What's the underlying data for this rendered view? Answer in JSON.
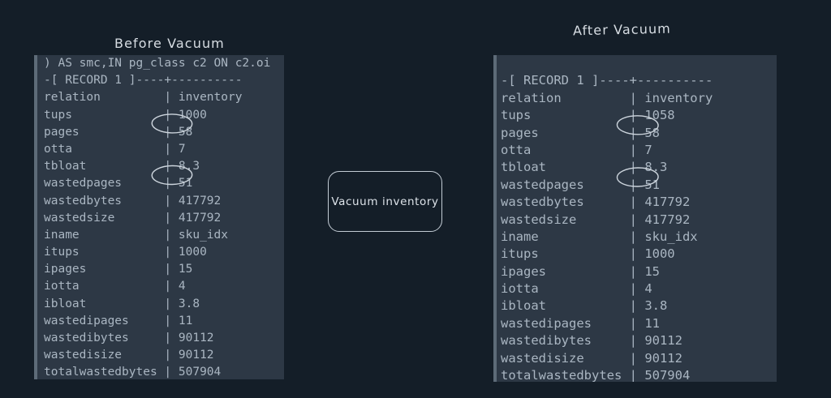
{
  "background_color": "#141e28",
  "panel_color": "#2d3845",
  "accent_bar_color": "#5d6b78",
  "text_color": "#aab6c2",
  "annotation_color": "#cdd5dd",
  "captions": {
    "before": "Before Vacuum",
    "after": "After Vacuum"
  },
  "center_box": {
    "label": "Vacuum inventory"
  },
  "before_panel": {
    "clipped_top_line": ") AS smc,IN pg_class c2 ON c2.oi",
    "record_header": "-[ RECORD 1 ]----+----------",
    "rows": [
      {
        "label": "relation",
        "sep": "|",
        "value": "inventory",
        "circled": false
      },
      {
        "label": "tups",
        "sep": "|",
        "value": "1000",
        "circled": false
      },
      {
        "label": "pages",
        "sep": "|",
        "value": "58",
        "circled": true
      },
      {
        "label": "otta",
        "sep": "|",
        "value": "7",
        "circled": false
      },
      {
        "label": "tbloat",
        "sep": "|",
        "value": "8.3",
        "circled": false
      },
      {
        "label": "wastedpages",
        "sep": "|",
        "value": "51",
        "circled": true
      },
      {
        "label": "wastedbytes",
        "sep": "|",
        "value": "417792",
        "circled": false
      },
      {
        "label": "wastedsize",
        "sep": "|",
        "value": "417792",
        "circled": false
      },
      {
        "label": "iname",
        "sep": "|",
        "value": "sku_idx",
        "circled": false
      },
      {
        "label": "itups",
        "sep": "|",
        "value": "1000",
        "circled": false
      },
      {
        "label": "ipages",
        "sep": "|",
        "value": "15",
        "circled": false
      },
      {
        "label": "iotta",
        "sep": "|",
        "value": "4",
        "circled": false
      },
      {
        "label": "ibloat",
        "sep": "|",
        "value": "3.8",
        "circled": false
      },
      {
        "label": "wastedipages",
        "sep": "|",
        "value": "11",
        "circled": false
      },
      {
        "label": "wastedibytes",
        "sep": "|",
        "value": "90112",
        "circled": false
      },
      {
        "label": "wastedisize",
        "sep": "|",
        "value": "90112",
        "circled": false
      },
      {
        "label": "totalwastedbytes",
        "sep": "|",
        "value": "507904",
        "circled": false
      }
    ]
  },
  "after_panel": {
    "clipped_top_line": "",
    "record_header": "-[ RECORD 1 ]----+----------",
    "rows": [
      {
        "label": "relation",
        "sep": "|",
        "value": "inventory",
        "circled": false
      },
      {
        "label": "tups",
        "sep": "|",
        "value": "1058",
        "circled": false
      },
      {
        "label": "pages",
        "sep": "|",
        "value": "58",
        "circled": true
      },
      {
        "label": "otta",
        "sep": "|",
        "value": "7",
        "circled": false
      },
      {
        "label": "tbloat",
        "sep": "|",
        "value": "8.3",
        "circled": false
      },
      {
        "label": "wastedpages",
        "sep": "|",
        "value": "51",
        "circled": true
      },
      {
        "label": "wastedbytes",
        "sep": "|",
        "value": "417792",
        "circled": false
      },
      {
        "label": "wastedsize",
        "sep": "|",
        "value": "417792",
        "circled": false
      },
      {
        "label": "iname",
        "sep": "|",
        "value": "sku_idx",
        "circled": false
      },
      {
        "label": "itups",
        "sep": "|",
        "value": "1000",
        "circled": false
      },
      {
        "label": "ipages",
        "sep": "|",
        "value": "15",
        "circled": false
      },
      {
        "label": "iotta",
        "sep": "|",
        "value": "4",
        "circled": false
      },
      {
        "label": "ibloat",
        "sep": "|",
        "value": "3.8",
        "circled": false
      },
      {
        "label": "wastedipages",
        "sep": "|",
        "value": "11",
        "circled": false
      },
      {
        "label": "wastedibytes",
        "sep": "|",
        "value": "90112",
        "circled": false
      },
      {
        "label": "wastedisize",
        "sep": "|",
        "value": "90112",
        "circled": false
      },
      {
        "label": "totalwastedbytes",
        "sep": "|",
        "value": "507904",
        "circled": false
      }
    ]
  }
}
